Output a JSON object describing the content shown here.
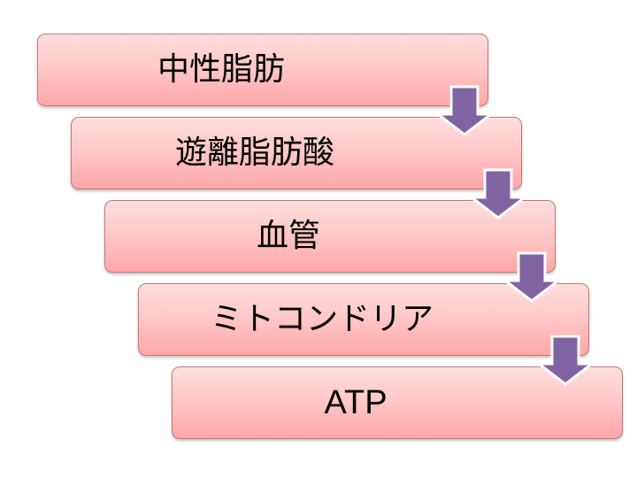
{
  "diagram": {
    "type": "staggered-process-flow",
    "steps": [
      {
        "label": "中性脂肪"
      },
      {
        "label": "遊離脂肪酸"
      },
      {
        "label": "血管"
      },
      {
        "label": "ミトコンドリア"
      },
      {
        "label": "ATP"
      }
    ],
    "connectors": [
      {
        "from": 0,
        "to": 1,
        "icon": "down-arrow-icon"
      },
      {
        "from": 1,
        "to": 2,
        "icon": "down-arrow-icon"
      },
      {
        "from": 2,
        "to": 3,
        "icon": "down-arrow-icon"
      },
      {
        "from": 3,
        "to": 4,
        "icon": "down-arrow-icon"
      }
    ],
    "colors": {
      "box_top": "#ffdede",
      "box_bottom": "#ffa6a6",
      "box_border": "#c27a7c",
      "arrow_fill": "#8064a2",
      "arrow_outline": "#ffffff",
      "text": "#000000"
    }
  }
}
